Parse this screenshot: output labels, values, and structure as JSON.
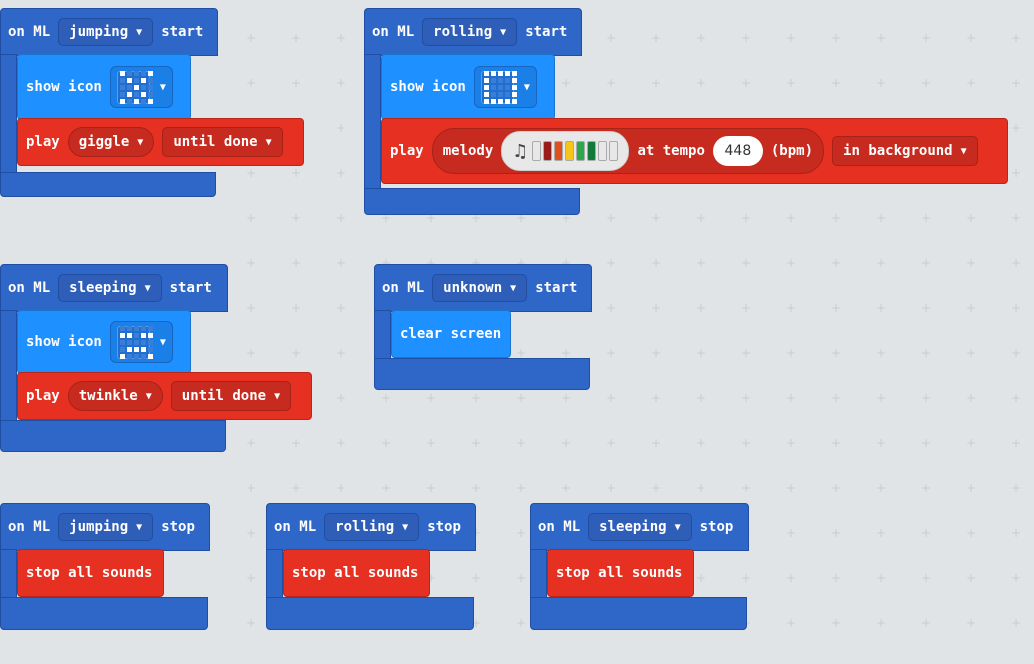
{
  "colors": {
    "hat": "#2f67c8",
    "basic": "#1e90ff",
    "music": "#e63022",
    "canvas": "#ecf0f1"
  },
  "common": {
    "on_ml": "on ML",
    "start": "start",
    "stop": "stop",
    "show_icon": "show icon",
    "play": "play"
  },
  "blocks": {
    "jumping_start": {
      "event": "jumping",
      "sound": "giggle",
      "mode": "until done"
    },
    "rolling_start": {
      "event": "rolling",
      "melody_label": "melody",
      "at_tempo": "at tempo",
      "tempo": "448",
      "bpm": "(bpm)",
      "mode": "in background",
      "melody_colors": [
        "#e8e8e8",
        "#9b1b1b",
        "#e0501e",
        "#f5c518",
        "#2ba84a",
        "#147a3a",
        "#e8e8e8",
        "#e8e8e8"
      ]
    },
    "sleeping_start": {
      "event": "sleeping",
      "sound": "twinkle",
      "mode": "until done"
    },
    "unknown_start": {
      "event": "unknown",
      "action": "clear screen"
    },
    "jumping_stop": {
      "event": "jumping",
      "action": "stop all sounds"
    },
    "rolling_stop": {
      "event": "rolling",
      "action": "stop all sounds"
    },
    "sleeping_stop": {
      "event": "sleeping",
      "action": "stop all sounds"
    }
  },
  "icons": {
    "jumping": [
      1,
      0,
      0,
      0,
      1,
      0,
      1,
      0,
      1,
      0,
      0,
      0,
      1,
      0,
      0,
      0,
      1,
      0,
      1,
      0,
      1,
      0,
      1,
      0,
      1
    ],
    "rolling": [
      1,
      1,
      1,
      1,
      1,
      1,
      0,
      0,
      0,
      1,
      1,
      0,
      0,
      0,
      1,
      1,
      0,
      0,
      0,
      1,
      1,
      1,
      1,
      1,
      1
    ],
    "sleeping": [
      0,
      0,
      0,
      0,
      0,
      1,
      1,
      0,
      1,
      1,
      0,
      0,
      0,
      0,
      0,
      0,
      1,
      1,
      1,
      0,
      1,
      0,
      0,
      0,
      1
    ]
  }
}
